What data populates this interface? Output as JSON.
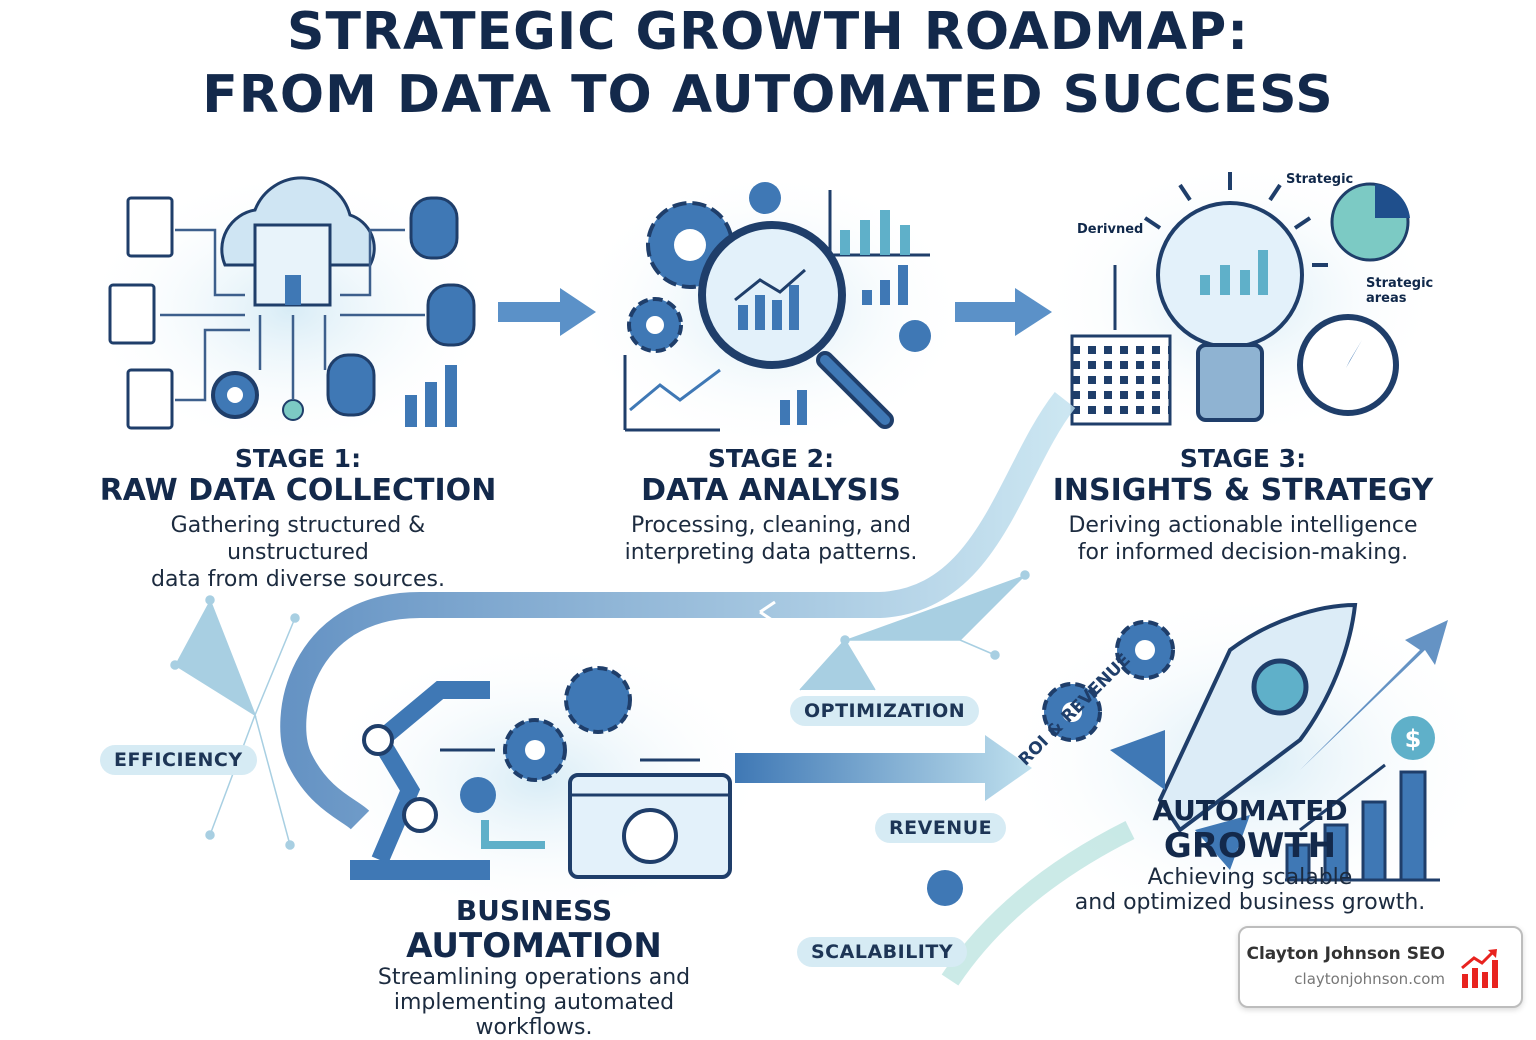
{
  "title": {
    "line1": "STRATEGIC GROWTH ROADMAP:",
    "line2": "FROM DATA TO AUTOMATED SUCCESS"
  },
  "stages": [
    {
      "label": "STAGE 1:",
      "title": "RAW DATA COLLECTION",
      "desc1": "Gathering structured & unstructured",
      "desc2": "data from diverse sources."
    },
    {
      "label": "STAGE 2:",
      "title": "DATA ANALYSIS",
      "desc1": "Processing, cleaning, and",
      "desc2": "interpreting data patterns."
    },
    {
      "label": "STAGE 3:",
      "title": "INSIGHTS & STRATEGY",
      "desc1": "Deriving actionable intelligence",
      "desc2": "for informed decision-making."
    }
  ],
  "stage3_annotations": {
    "derived": "Derivned",
    "strategic": "Strategic",
    "strategic_areas_1": "Strategic",
    "strategic_areas_2": "areas"
  },
  "automation": {
    "title1": "BUSINESS",
    "title2": "AUTOMATION",
    "desc1": "Streamlining operations and",
    "desc2": "implementing automated workflows."
  },
  "growth": {
    "title1": "AUTOMATED",
    "title2": "GROWTH",
    "desc1": "Achieving scalable",
    "desc2": "and optimized business growth."
  },
  "tags": {
    "efficiency": "EFFICIENCY",
    "optimization": "OPTIMIZATION",
    "revenue": "REVENUE",
    "scalability": "SCALABILITY",
    "roi": "ROI & REVENUE"
  },
  "card": {
    "name": "Clayton Johnson SEO",
    "url": "claytonjohnson.com",
    "accent": "#e8231f"
  },
  "colors": {
    "navy": "#13294b",
    "blue": "#3f78b5",
    "light": "#d6ebf4"
  }
}
